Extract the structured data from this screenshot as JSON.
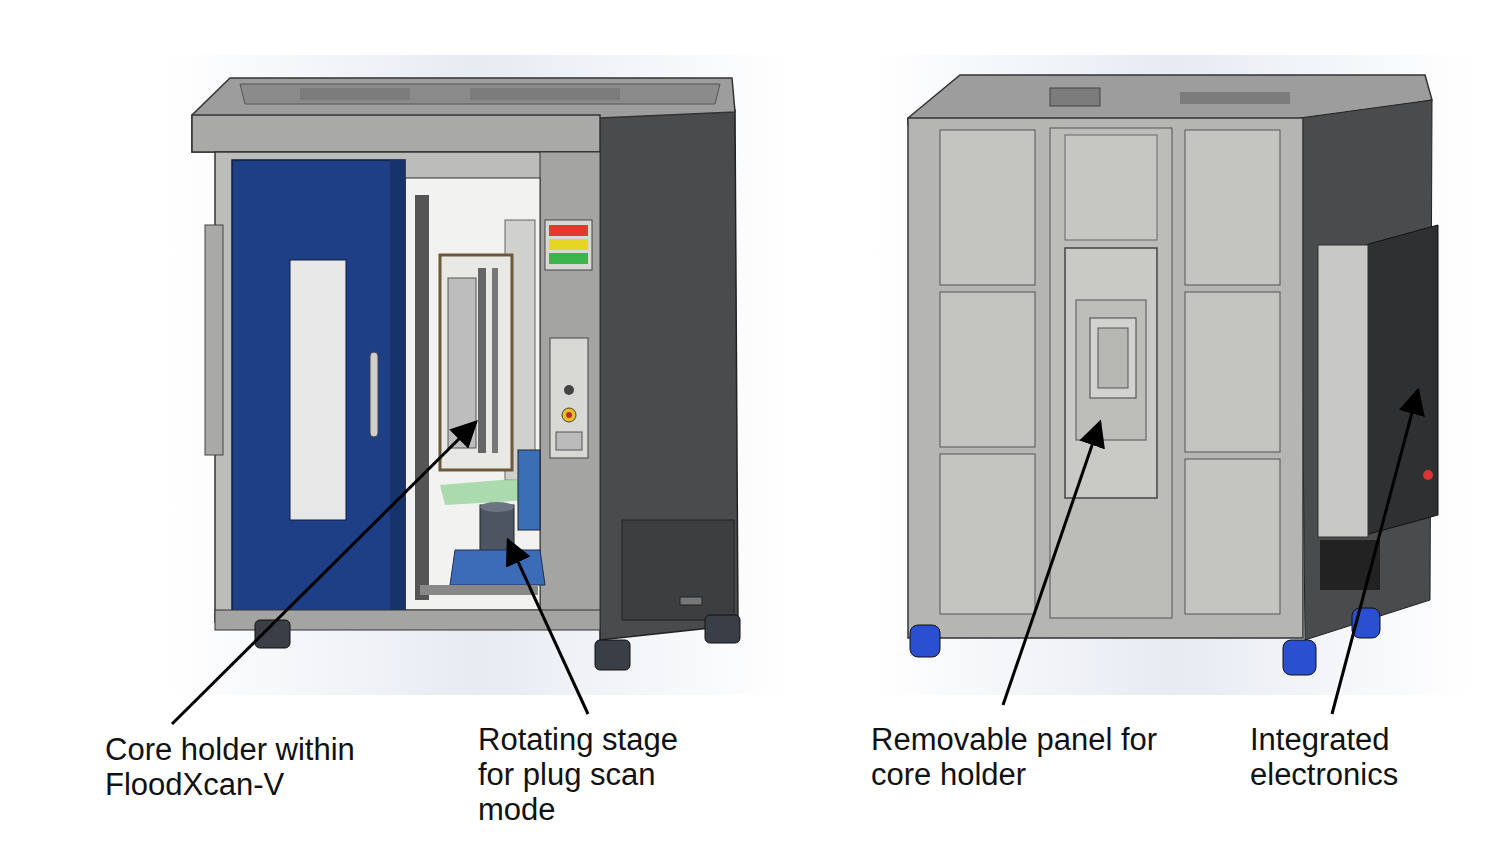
{
  "diagram": {
    "labels": [
      "Core holder within FloodXcan-V",
      "Rotating stage for plug scan mode",
      "Removable panel for core holder",
      "Integrated electronics"
    ]
  }
}
